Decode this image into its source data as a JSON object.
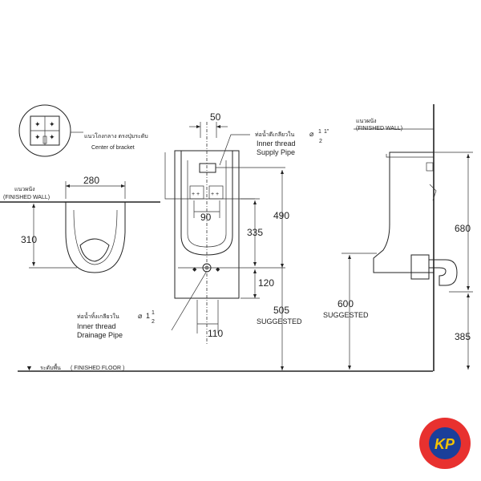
{
  "labels": {
    "finished_wall_thai_left": "แนวผนัง",
    "finished_wall_left": "(FINISHED WALL)",
    "finished_wall_thai_right": "แนวผนัง",
    "finished_wall_right": "(FINISHED WALL)",
    "bracket_thai": "แนวโถงกลาง ตรงปุ่มระดับ",
    "center_of_bracket": "Center of bracket",
    "supply_thai": "ท่อน้ำดีเกลียวใน",
    "supply_size": "1\"",
    "supply_frac_num": "1",
    "supply_frac_den": "2",
    "supply_line1": "Inner thread",
    "supply_line2": "Supply Pipe",
    "drain_thai": "ท่อน้ำทิ้งเกลียวใน",
    "drain_size": "1",
    "drain_frac_num": "1",
    "drain_frac_den": "2",
    "drain_line1": "Inner thread",
    "drain_line2": "Drainage Pipe",
    "floor_thai": "ระดับพื้น",
    "finished_floor": "( FINISHED FLOOR )",
    "suggested_a": "SUGGESTED",
    "suggested_b": "SUGGESTED",
    "logo_text": "KP"
  },
  "dimensions": {
    "d50": "50",
    "d280": "280",
    "d310": "310",
    "d490": "490",
    "d90": "90",
    "d335": "335",
    "d120": "120",
    "d505": "505",
    "d110": "110",
    "d600": "600",
    "d680": "680",
    "d385": "385"
  },
  "colors": {
    "line": "#222222",
    "logo_outer": "#e8312f",
    "logo_inner": "#1b3f9a",
    "logo_text": "#f5c400"
  },
  "icons": {
    "diameter_symbol": "⌀",
    "floor_marker": "▼"
  }
}
